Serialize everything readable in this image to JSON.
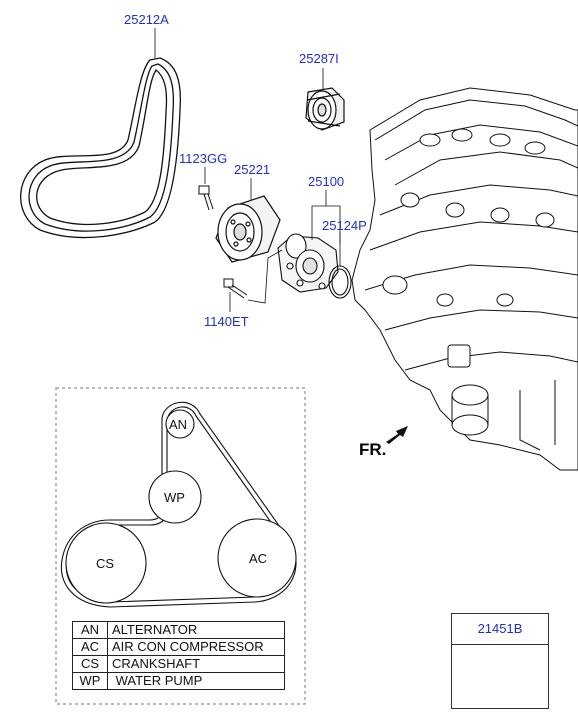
{
  "callouts": {
    "belt": "25212A",
    "idler": "25287I",
    "bolt_top": "1123GG",
    "pulley": "25221",
    "water_pump_assy": "25100",
    "gasket": "25124P",
    "bolt_bottom": "1140ET",
    "sensor": "21451B"
  },
  "direction_marker": "FR.",
  "routing": {
    "pulleys": {
      "an": "AN",
      "wp": "WP",
      "cs": "CS",
      "ac": "AC"
    }
  },
  "legend": [
    {
      "code": "AN",
      "desc": "ALTERNATOR"
    },
    {
      "code": "AC",
      "desc": "AIR CON COMPRESSOR"
    },
    {
      "code": "CS",
      "desc": "CRANKSHAFT"
    },
    {
      "code": "WP",
      "desc": " WATER PUMP"
    }
  ],
  "colors": {
    "callout": "#1f2fd0",
    "line": "#111111"
  }
}
